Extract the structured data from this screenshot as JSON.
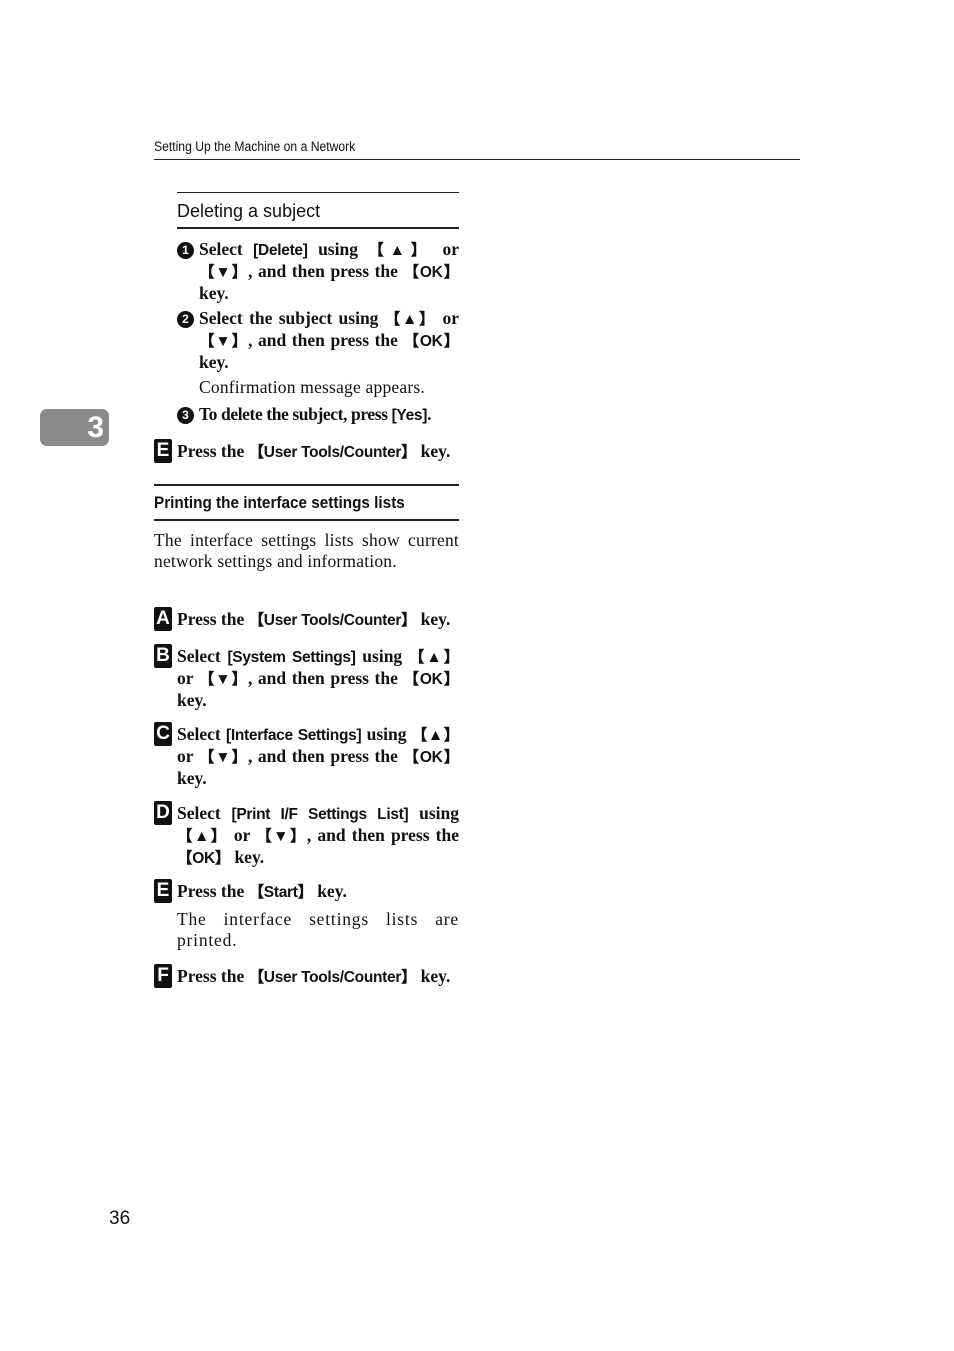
{
  "header": {
    "title": "Setting Up the Machine on a Network"
  },
  "chapter_tab": "3",
  "deleting": {
    "heading": "Deleting a subject",
    "steps": [
      {
        "num": "1",
        "text": "Select [Delete] using [▲] or [▼], and then press the [OK] key."
      },
      {
        "num": "2",
        "text": "Select the subject using [▲] or [▼], and then press the [OK] key."
      },
      {
        "note": "Confirmation message appears."
      },
      {
        "num": "3",
        "text": "To delete the subject, press [Yes]."
      }
    ]
  },
  "step_e": {
    "num": "E",
    "text": "Press the [User Tools/Counter] key."
  },
  "printing": {
    "heading": "Printing the interface settings lists",
    "intro": "The interface settings lists show current network settings and information.",
    "steps": [
      {
        "num": "A",
        "text": "Press the [User Tools/Counter] key."
      },
      {
        "num": "B",
        "text": "Select [System Settings] using [▲] or [▼], and then press the [OK] key."
      },
      {
        "num": "C",
        "text": "Select [Interface Settings] using [▲] or [▼], and then press the [OK] key."
      },
      {
        "num": "D",
        "text": "Select [Print I/F Settings List] using [▲] or [▼], and then press the [OK] key."
      },
      {
        "num": "E",
        "text": "Press the [Start] key.",
        "note": "The interface settings lists are printed."
      },
      {
        "num": "F",
        "text": "Press the [User Tools/Counter] key."
      }
    ]
  },
  "page_number": "36"
}
